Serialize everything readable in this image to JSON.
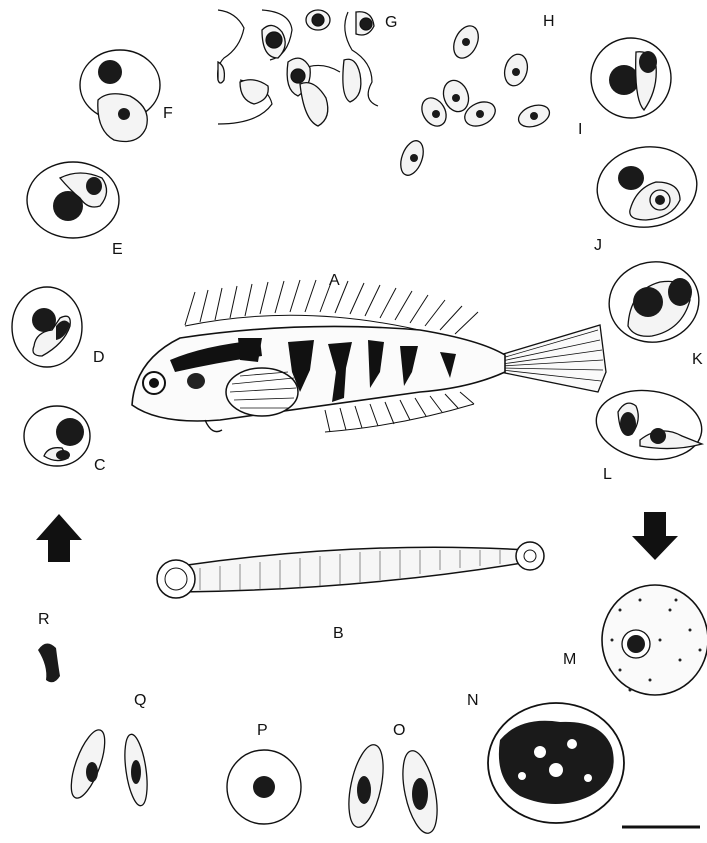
{
  "panels": {
    "A": "A",
    "B": "B",
    "C": "C",
    "D": "D",
    "E": "E",
    "F": "F",
    "G": "G",
    "H": "H",
    "I": "I",
    "J": "J",
    "K": "K",
    "L": "L",
    "M": "M",
    "N": "N",
    "O": "O",
    "P": "P",
    "Q": "Q",
    "R": "R"
  },
  "arrows": [
    {
      "name": "arrow-up",
      "direction": "up"
    },
    {
      "name": "arrow-down",
      "direction": "down"
    }
  ],
  "colors": {
    "ink": "#111111",
    "background": "#ffffff",
    "stipple": "#f4f4f4"
  }
}
